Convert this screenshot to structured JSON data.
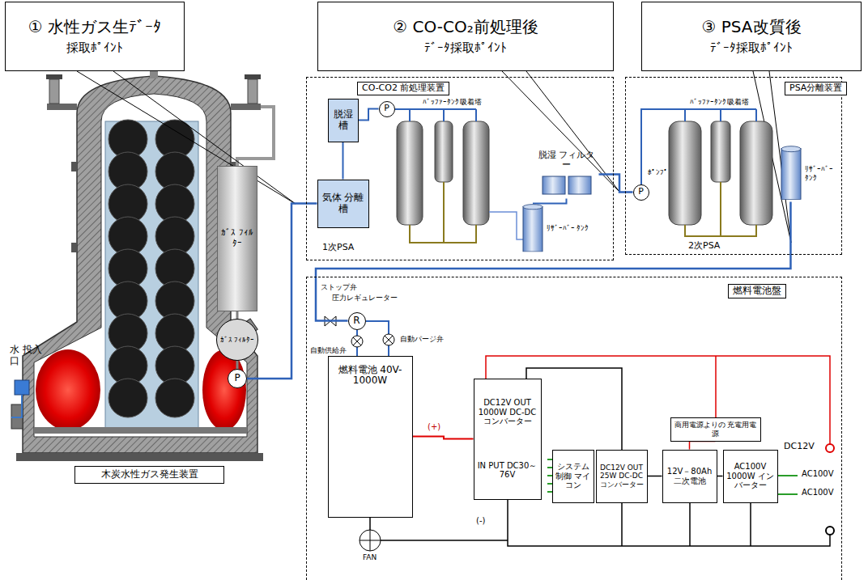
{
  "diagram": {
    "nodes": [
      {
        "text": [
          "① 水性ガス生ﾃﾞｰﾀ",
          "採取ﾎﾟｲﾝﾄ"
        ]
      },
      {
        "text": [
          "② CO-CO₂前処理後",
          "ﾃﾞｰﾀ採取ﾎﾟｲﾝﾄ"
        ]
      },
      {
        "text": [
          "③ PSA改質後",
          "ﾃﾞｰﾀ採取ﾎﾟｲﾝﾄ"
        ]
      },
      {
        "text": [
          "木炭水性ガス発生装置"
        ]
      },
      {
        "text": [
          "ｶﾞｽ ﾌｨﾙﾀｰ"
        ]
      },
      {
        "text": [
          "ｶﾞｽ ﾌｨﾙﾀｰ"
        ]
      },
      {
        "text": [
          "P"
        ]
      },
      {
        "text": [
          "CO-CO2 前処理装置"
        ]
      },
      {
        "text": [
          "脱湿 槽"
        ],
        "in": 7
      },
      {
        "text": [
          "気体 分離槽"
        ],
        "in": 7
      },
      {
        "text": [
          "P"
        ],
        "in": 7
      },
      {
        "text": [
          "ﾘｻﾞｰﾊﾞｰ ﾀﾝｸ"
        ],
        "in": 7
      },
      {
        "text": [
          "脱湿 フィルター"
        ],
        "in": 7
      },
      {
        "text": [
          "PSA分離装置"
        ]
      },
      {
        "text": [
          "P"
        ],
        "in": 13
      },
      {
        "text": [
          "ﾘｻﾞｰﾊﾞｰ ﾀﾝｸ"
        ],
        "in": 13
      },
      {
        "text": [
          "燃料電池盤"
        ]
      },
      {
        "text": [
          "R"
        ],
        "in": 16
      },
      {
        "text": [
          "燃料電池 40V-1000W"
        ],
        "in": 16
      },
      {
        "text": [
          "DC12V OUT 1000W DC-DC コンバーター",
          "IN PUT DC30～76V"
        ],
        "in": 16
      },
      {
        "text": [
          "システム 制御 マイコン"
        ],
        "in": 16
      },
      {
        "text": [
          "DC12V OUT 25W DC-DC コンバーター"
        ],
        "in": 16
      },
      {
        "text": [
          "商用電源よりの 充電用電源"
        ],
        "in": 16
      },
      {
        "text": [
          "12V－80Ah 二次電池"
        ],
        "in": 16
      },
      {
        "text": [
          "AC100V 1000W インバーター"
        ],
        "in": 16
      }
    ],
    "edges": [
      {
        "from": 4,
        "to": 5,
        "arrow": "none"
      },
      {
        "from": 5,
        "to": 6,
        "arrow": "none"
      },
      {
        "from": 6,
        "to": 9,
        "arrow": "none"
      },
      {
        "from": 9,
        "to": 8,
        "arrow": "none"
      },
      {
        "from": 8,
        "to": 10,
        "arrow": "none"
      },
      {
        "from": 11,
        "to": 12,
        "arrow": "none"
      },
      {
        "from": 12,
        "to": 14,
        "arrow": "none"
      },
      {
        "from": 15,
        "to": 17,
        "arrow": "none"
      },
      {
        "from": 18,
        "to": 19,
        "arrow": "none"
      },
      {
        "from": 21,
        "to": 23,
        "arrow": "none"
      },
      {
        "from": 22,
        "to": 23,
        "arrow": "none"
      },
      {
        "from": 23,
        "to": 24,
        "arrow": "none"
      }
    ],
    "labels": [
      "水 投入口",
      "ﾊﾞｯﾌｧｰﾀﾝｸ",
      "吸着塔",
      "1次PSA",
      "ﾎﾟﾝﾌﾟ",
      "ﾊﾞｯﾌｧｰﾀﾝｸ",
      "吸着塔",
      "2次PSA",
      "ストップ弁",
      "圧力レギュレーター",
      "自動パージ弁",
      "自動供給弁",
      "(+)",
      "FAN",
      "(-)",
      "DC12V",
      "AC100V",
      "AC100V"
    ]
  }
}
